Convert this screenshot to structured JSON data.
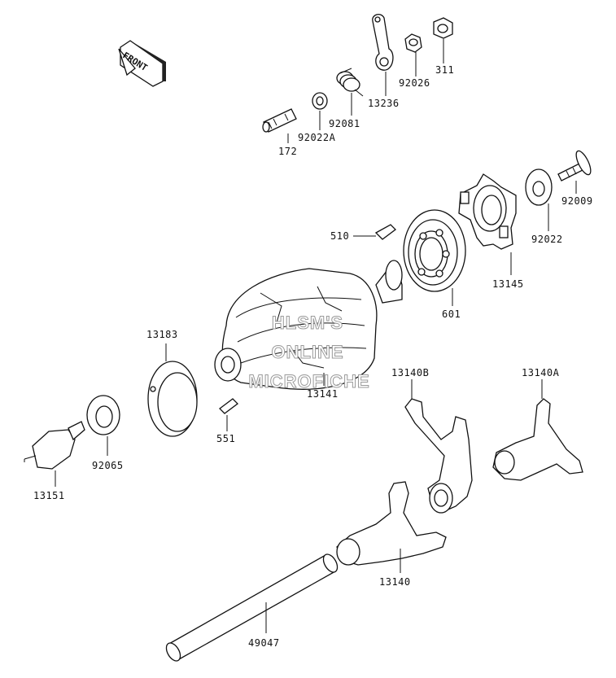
{
  "front_label": "FRONT",
  "watermark": [
    "HLSM'S",
    "ONLINE",
    "MICROFICHE"
  ],
  "parts": [
    {
      "id": "p311",
      "number": "311"
    },
    {
      "id": "p92026",
      "number": "92026"
    },
    {
      "id": "p13236",
      "number": "13236"
    },
    {
      "id": "p92081",
      "number": "92081"
    },
    {
      "id": "p92022A",
      "number": "92022A"
    },
    {
      "id": "p172",
      "number": "172"
    },
    {
      "id": "p92009",
      "number": "92009"
    },
    {
      "id": "p92022",
      "number": "92022"
    },
    {
      "id": "p510",
      "number": "510"
    },
    {
      "id": "p13145",
      "number": "13145"
    },
    {
      "id": "p601",
      "number": "601"
    },
    {
      "id": "p13183",
      "number": "13183"
    },
    {
      "id": "p13141",
      "number": "13141"
    },
    {
      "id": "p13140B",
      "number": "13140B"
    },
    {
      "id": "p13140A",
      "number": "13140A"
    },
    {
      "id": "p551",
      "number": "551"
    },
    {
      "id": "p92065",
      "number": "92065"
    },
    {
      "id": "p13151",
      "number": "13151"
    },
    {
      "id": "p13140",
      "number": "13140"
    },
    {
      "id": "p49047",
      "number": "49047"
    }
  ]
}
